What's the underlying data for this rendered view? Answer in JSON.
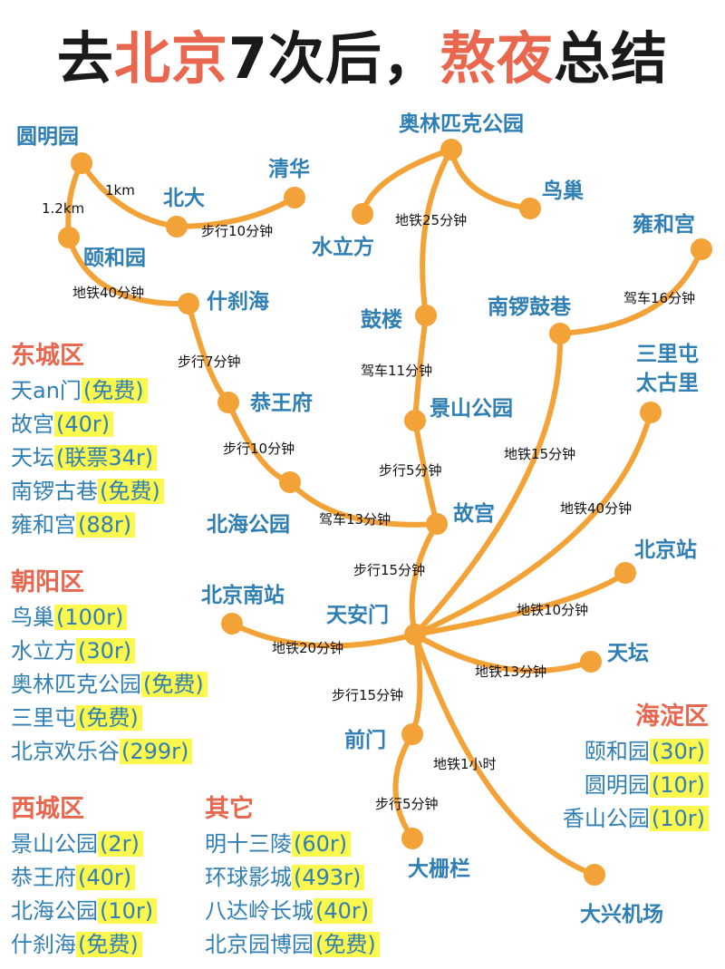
{
  "title": {
    "part1": "去",
    "part2": "北京",
    "part3": "7次后，",
    "part4": "熬夜",
    "part5": "总结"
  },
  "places": {
    "yuanmingyuan": "圆明园",
    "beida": "北大",
    "qinghua": "清华",
    "yiheyuan": "颐和园",
    "shichahai": "什刹海",
    "olympic": "奥林匹克公园",
    "niaochao": "鸟巢",
    "shuilifang": "水立方",
    "yonghegong": "雍和宫",
    "gulou": "鼓楼",
    "nanluogu": "南锣鼓巷",
    "sanlitun": "三里屯\n太古里",
    "sanlitun1": "三里屯",
    "sanlitun2": "太古里",
    "gongwangfu": "恭王府",
    "jingshan": "景山公园",
    "beihai": "北海公园",
    "gugong": "故宫",
    "beijingzhan": "北京站",
    "nanzhan": "北京南站",
    "tiananmen": "天安门",
    "tiantan": "天坛",
    "qianmen": "前门",
    "dashilan": "大栅栏",
    "daxing": "大兴机场"
  },
  "edges": {
    "e1": "1km",
    "e2": "1.2km",
    "e3": "步行10分钟",
    "e4": "地铁40分钟",
    "e5": "地铁25分钟",
    "e6": "驾车16分钟",
    "e7": "步行7分钟",
    "e8": "驾车11分钟",
    "e9": "步行10分钟",
    "e10": "地铁15分钟",
    "e11": "步行5分钟",
    "e12": "驾车13分钟",
    "e13": "地铁40分钟",
    "e14": "步行15分钟",
    "e15": "地铁10分钟",
    "e16": "地铁20分钟",
    "e17": "地铁13分钟",
    "e18": "步行15分钟",
    "e19": "地铁1小时",
    "e20": "步行5分钟"
  },
  "districts": {
    "dongcheng": {
      "title": "东城区",
      "items": [
        {
          "name": "天an门",
          "price": "(免费)"
        },
        {
          "name": "故宫",
          "price": "(40r)"
        },
        {
          "name": "天坛",
          "price": "(联票34r)"
        },
        {
          "name": "南锣古巷",
          "price": "(免费)"
        },
        {
          "name": "雍和宫",
          "price": "(88r)"
        }
      ]
    },
    "chaoyang": {
      "title": "朝阳区",
      "items": [
        {
          "name": "鸟巢",
          "price": "(100r)"
        },
        {
          "name": "水立方",
          "price": "(30r)"
        },
        {
          "name": "奥林匹克公园",
          "price": "(免费)"
        },
        {
          "name": "三里屯",
          "price": "(免费)"
        },
        {
          "name": "北京欢乐谷",
          "price": "(299r)"
        }
      ]
    },
    "xicheng": {
      "title": "西城区",
      "items": [
        {
          "name": "景山公园",
          "price": "(2r)"
        },
        {
          "name": "恭王府",
          "price": "(40r)"
        },
        {
          "name": "北海公园",
          "price": "(10r)"
        },
        {
          "name": "什刹海",
          "price": "(免费)"
        }
      ]
    },
    "other": {
      "title": "其它",
      "items": [
        {
          "name": "明十三陵",
          "price": "(60r)"
        },
        {
          "name": "环球影城",
          "price": "(493r)"
        },
        {
          "name": "八达岭长城",
          "price": "(40r)"
        },
        {
          "name": "北京园博园",
          "price": "(免费)"
        }
      ]
    },
    "haidian": {
      "title": "海淀区",
      "items": [
        {
          "name": "颐和园",
          "price": "(30r)"
        },
        {
          "name": "圆明园",
          "price": "(10r)"
        },
        {
          "name": "香山公园",
          "price": "(10r)"
        }
      ]
    }
  },
  "colors": {
    "accent": "#e8674e",
    "route": "#f2a236",
    "place": "#2f7fb5",
    "highlight": "#fdf84d"
  }
}
